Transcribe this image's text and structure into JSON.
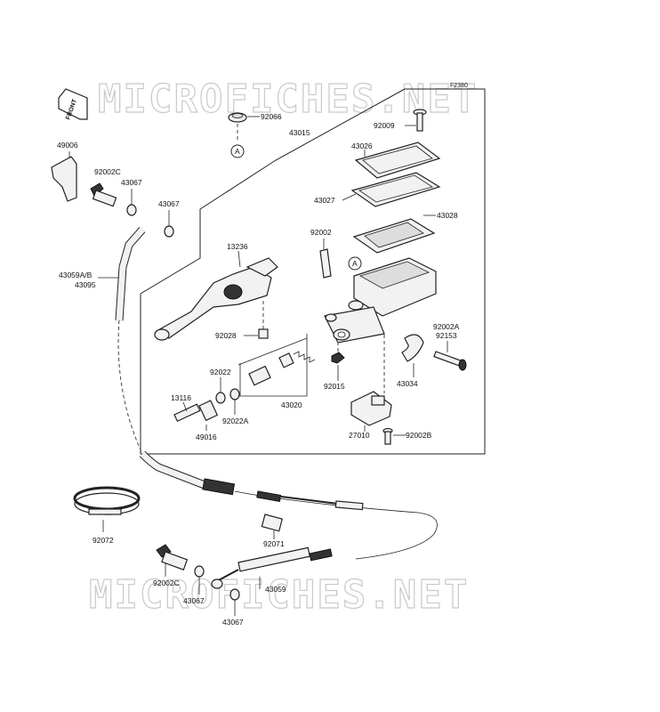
{
  "diagram": {
    "code": "F2380",
    "front_label": "FRONT",
    "ref_mark": "A",
    "watermark": "MICROFICHES.NET",
    "parts": {
      "p92066": "92066",
      "p43015": "43015",
      "p92009": "92009",
      "p43026": "43026",
      "p43027": "43027",
      "p43028": "43028",
      "p49006": "49006",
      "p92002c_top": "92002C",
      "p43067_top1": "43067",
      "p43067_top2": "43067",
      "p13236": "13236",
      "p92002": "92002",
      "p43059": "43059A/B",
      "p43095": "43095",
      "p92028": "92028",
      "p92002a": "92002A",
      "p92153": "92153",
      "p92022": "92022",
      "p13116": "13116",
      "p92022a": "92022A",
      "p43020": "43020",
      "p92015": "92015",
      "p43034": "43034",
      "p49016": "49016",
      "p27010": "27010",
      "p92002b": "92002B",
      "p92072": "92072",
      "p92071": "92071",
      "p92002c_bot": "92002C",
      "p43059_bot": "43059",
      "p43067_bot1": "43067",
      "p43067_bot2": "43067"
    }
  }
}
